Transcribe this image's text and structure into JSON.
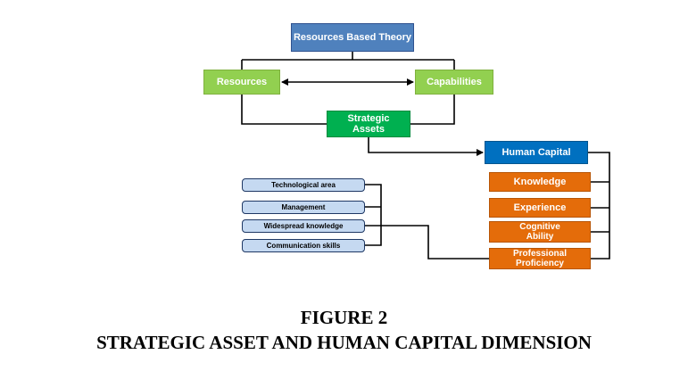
{
  "nodes": {
    "rbt": "Resources Based Theory",
    "resources": "Resources",
    "capabilities": "Capabilities",
    "strategic": "Strategic Assets",
    "human_capital": "Human Capital",
    "knowledge": "Knowledge",
    "experience": "Experience",
    "cognitive": "Cognitive Ability",
    "professional": "Professional Proficiency"
  },
  "sub_items": [
    "Technological area",
    "Management",
    "Widespread knowledge",
    "Communication skills"
  ],
  "caption": {
    "figure": "FIGURE 2",
    "title": "STRATEGIC ASSET AND HUMAN CAPITAL DIMENSION"
  },
  "colors": {
    "theory_blue": "#4f81bd",
    "light_green": "#92d050",
    "green": "#00b050",
    "human_capital_blue": "#0070c0",
    "orange": "#e46c0a",
    "pill_fill": "#c5d9f1"
  }
}
